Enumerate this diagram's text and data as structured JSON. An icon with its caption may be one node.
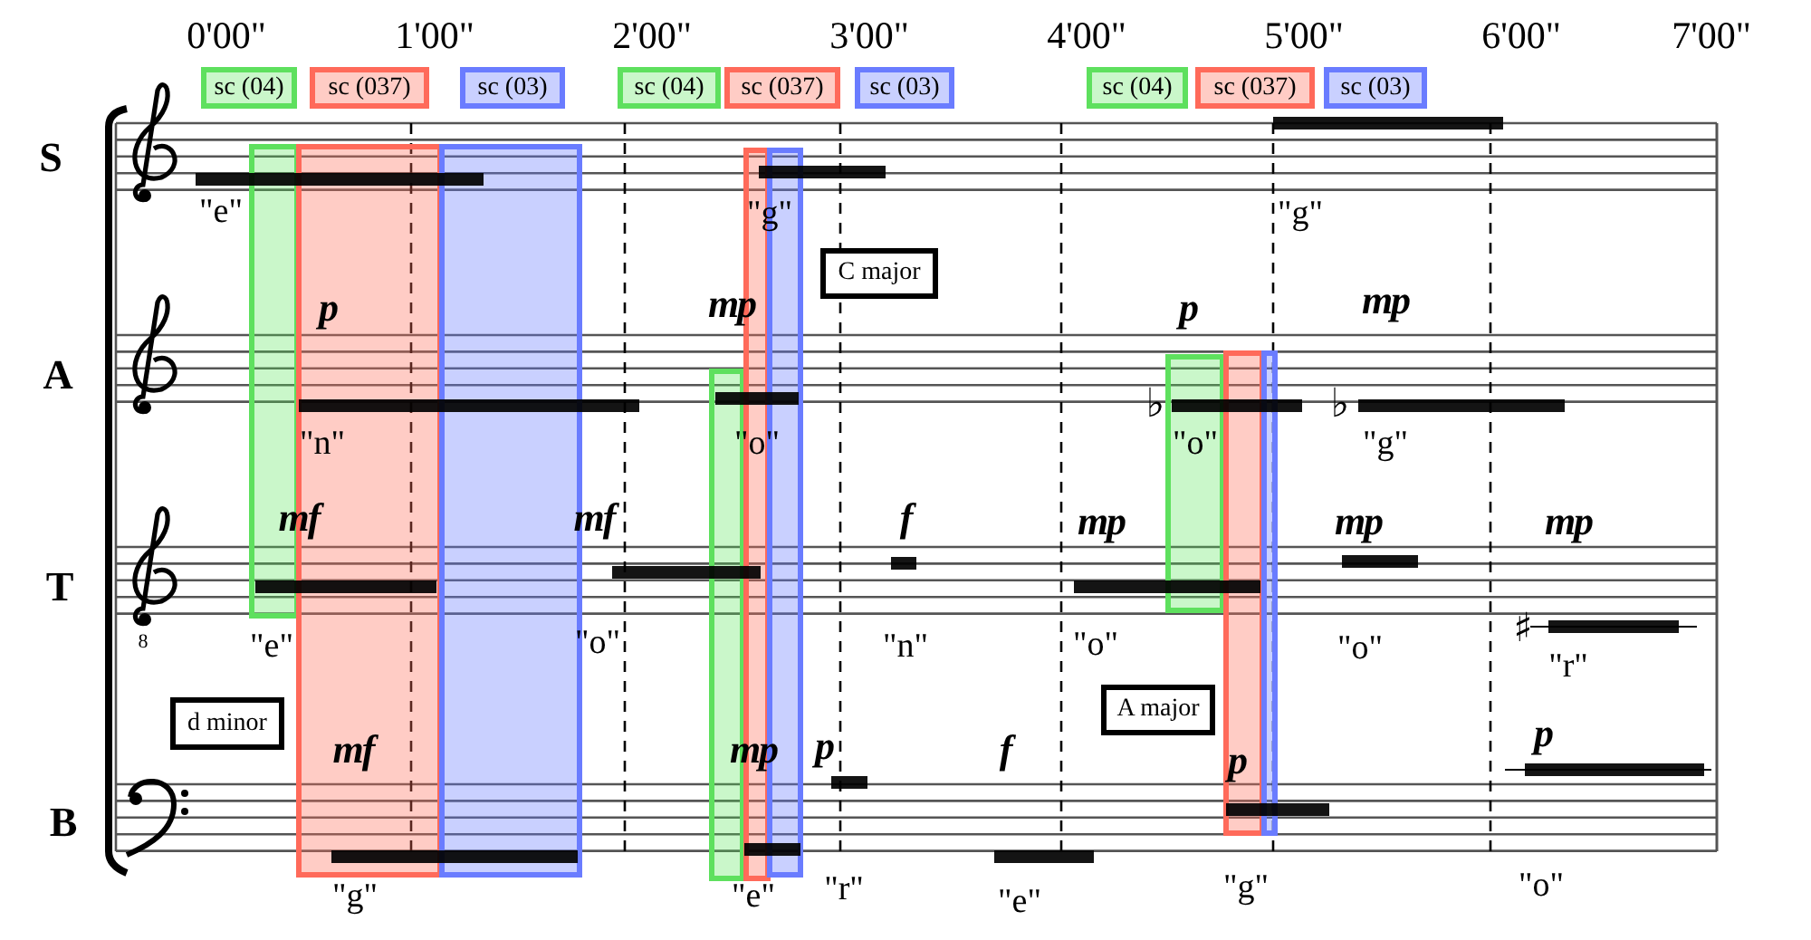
{
  "diagram": {
    "nodes": [
      {
        "text": [
          "sc (04)"
        ]
      },
      {
        "text": [
          "sc (037)"
        ]
      },
      {
        "text": [
          "sc (03)"
        ]
      },
      {
        "text": [
          "sc (04)"
        ]
      },
      {
        "text": [
          "sc (037)"
        ]
      },
      {
        "text": [
          "sc (03)"
        ]
      },
      {
        "text": [
          "sc (04)"
        ]
      },
      {
        "text": [
          "sc (037)"
        ]
      },
      {
        "text": [
          "sc (03)"
        ]
      },
      {
        "text": [
          "C major"
        ]
      },
      {
        "text": [
          "d minor"
        ]
      },
      {
        "text": [
          "A major"
        ]
      }
    ],
    "labels": [
      "0'00\"",
      "1'00\"",
      "2'00\"",
      "3'00\"",
      "4'00\"",
      "5'00\"",
      "6'00\"",
      "7'00\"",
      "S",
      "\"e\"",
      "\"g\"",
      "\"g\"",
      "p",
      "mp",
      "p",
      "mp",
      "A",
      "♭",
      "♭",
      "\"n\"",
      "\"o\"",
      "\"o\"",
      "\"g\"",
      "mf",
      "mf",
      "f",
      "mp",
      "mp",
      "mp",
      "T",
      "\"e\"",
      "\"o\"",
      "\"n\"",
      "\"o\"",
      "\"o\"",
      "♯",
      "\"r\"",
      "mf",
      "mp",
      "p",
      "f",
      "p",
      "p",
      "B",
      "\"g\"",
      "\"e\"",
      "\"r\"",
      "\"e\"",
      "\"g\"",
      "\"o\"",
      "8"
    ]
  }
}
